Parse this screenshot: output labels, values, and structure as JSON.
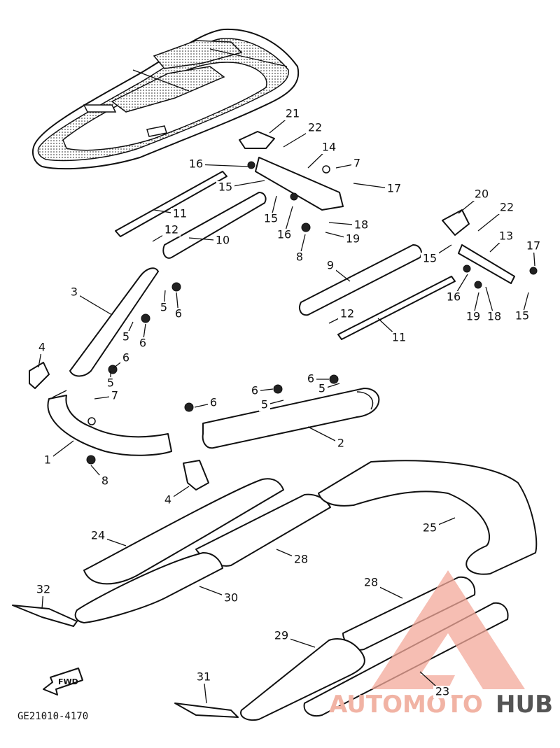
{
  "diagram": {
    "code": "GE21010-4170",
    "direction_label": "FWD"
  },
  "callouts": [
    {
      "id": "c1",
      "num": "1"
    },
    {
      "id": "c2",
      "num": "2"
    },
    {
      "id": "c3",
      "num": "3"
    },
    {
      "id": "c4a",
      "num": "4"
    },
    {
      "id": "c4b",
      "num": "4"
    },
    {
      "id": "c5a",
      "num": "5"
    },
    {
      "id": "c5b",
      "num": "5"
    },
    {
      "id": "c5c",
      "num": "5"
    },
    {
      "id": "c5d",
      "num": "5"
    },
    {
      "id": "c5e",
      "num": "5"
    },
    {
      "id": "c6a",
      "num": "6"
    },
    {
      "id": "c6b",
      "num": "6"
    },
    {
      "id": "c6c",
      "num": "6"
    },
    {
      "id": "c6d",
      "num": "6"
    },
    {
      "id": "c6e",
      "num": "6"
    },
    {
      "id": "c6f",
      "num": "6"
    },
    {
      "id": "c7a",
      "num": "7"
    },
    {
      "id": "c7b",
      "num": "7"
    },
    {
      "id": "c8a",
      "num": "8"
    },
    {
      "id": "c8b",
      "num": "8"
    },
    {
      "id": "c9",
      "num": "9"
    },
    {
      "id": "c10",
      "num": "10"
    },
    {
      "id": "c11a",
      "num": "11"
    },
    {
      "id": "c11b",
      "num": "11"
    },
    {
      "id": "c12a",
      "num": "12"
    },
    {
      "id": "c12b",
      "num": "12"
    },
    {
      "id": "c13",
      "num": "13"
    },
    {
      "id": "c14",
      "num": "14"
    },
    {
      "id": "c15a",
      "num": "15"
    },
    {
      "id": "c15b",
      "num": "15"
    },
    {
      "id": "c15c",
      "num": "15"
    },
    {
      "id": "c15d",
      "num": "15"
    },
    {
      "id": "c16a",
      "num": "16"
    },
    {
      "id": "c16b",
      "num": "16"
    },
    {
      "id": "c16c",
      "num": "16"
    },
    {
      "id": "c17a",
      "num": "17"
    },
    {
      "id": "c17b",
      "num": "17"
    },
    {
      "id": "c18a",
      "num": "18"
    },
    {
      "id": "c18b",
      "num": "18"
    },
    {
      "id": "c19a",
      "num": "19"
    },
    {
      "id": "c19b",
      "num": "19"
    },
    {
      "id": "c20",
      "num": "20"
    },
    {
      "id": "c21",
      "num": "21"
    },
    {
      "id": "c22a",
      "num": "22"
    },
    {
      "id": "c22b",
      "num": "22"
    },
    {
      "id": "c23",
      "num": "23"
    },
    {
      "id": "c24",
      "num": "24"
    },
    {
      "id": "c25",
      "num": "25"
    },
    {
      "id": "c28a",
      "num": "28"
    },
    {
      "id": "c28b",
      "num": "28"
    },
    {
      "id": "c29",
      "num": "29"
    },
    {
      "id": "c30",
      "num": "30"
    },
    {
      "id": "c31",
      "num": "31"
    },
    {
      "id": "c32",
      "num": "32"
    }
  ],
  "watermark": {
    "part1": "AUTOMOTO",
    "part2": "HUB",
    "logo_color": "#f3a89a",
    "text_color": "#555555"
  }
}
